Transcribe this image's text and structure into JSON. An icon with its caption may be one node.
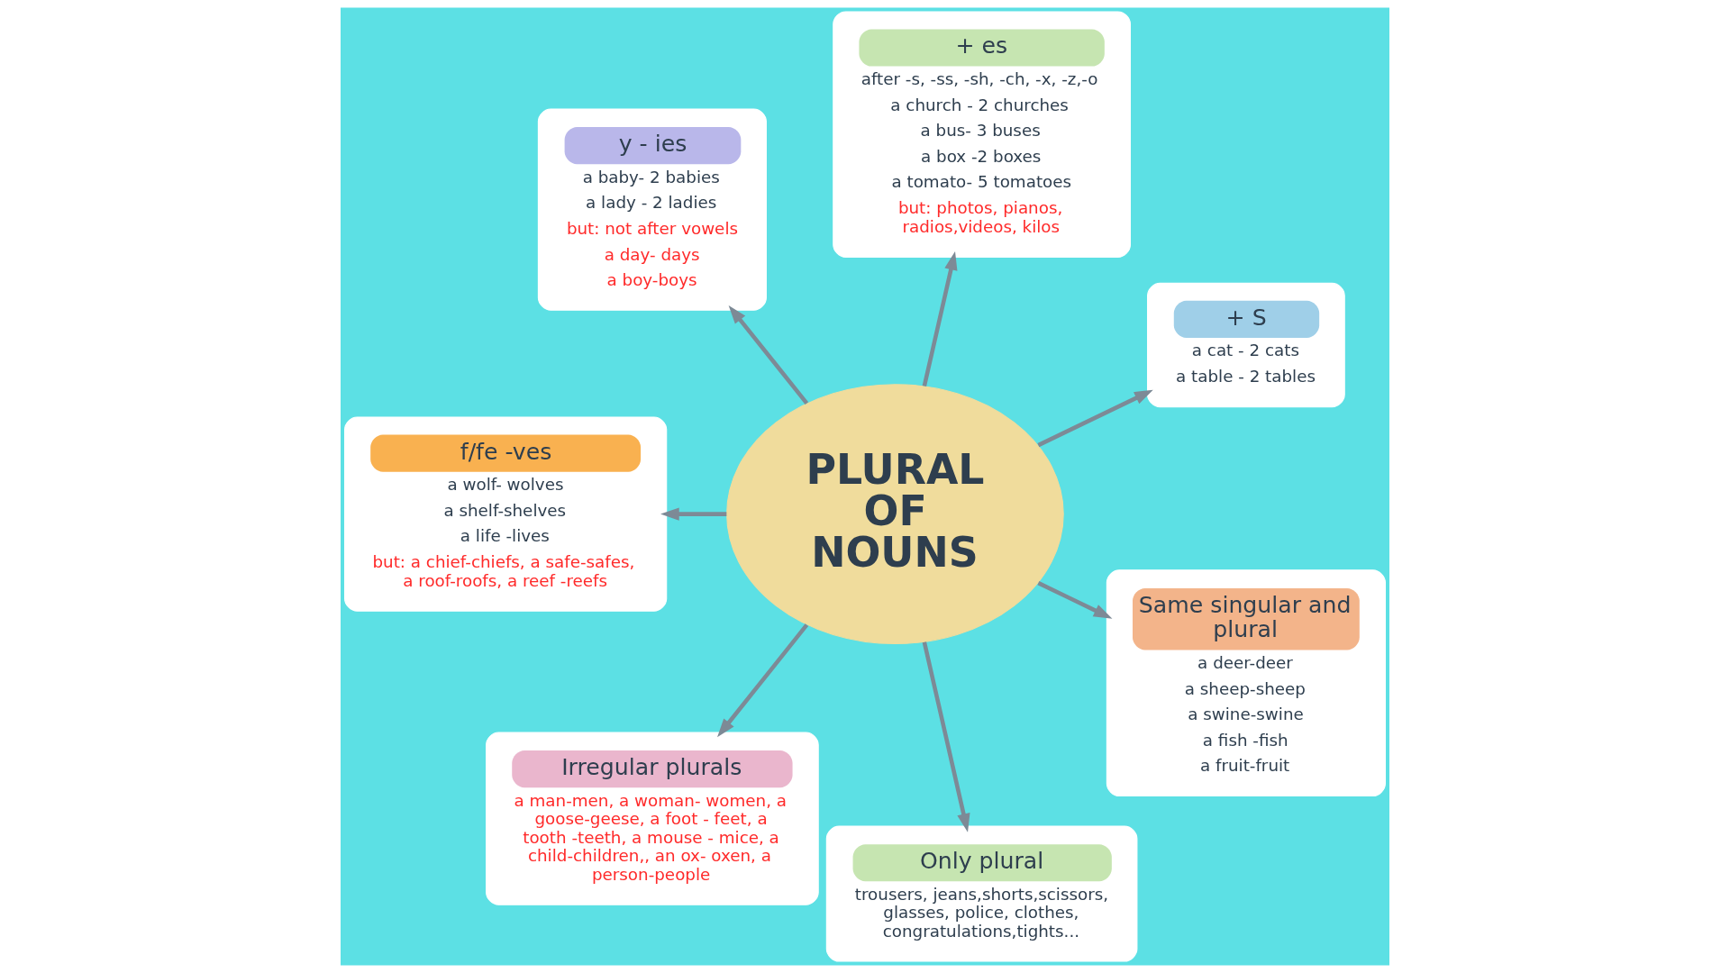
{
  "diagram": {
    "nodes": [
      {
        "text": [
          "+ S",
          "a cat - 2 cats",
          "a table - 2 tables"
        ]
      },
      {
        "text": [
          "+ es",
          "after -s, -ss, -sh, -ch, -x, -z,-o",
          "a church - 2 churches",
          "a bus- 3 buses",
          "a box -2 boxes",
          "a tomato- 5 tomatoes",
          "but: photos, pianos, radios,videos, kilos"
        ]
      },
      {
        "text": [
          "y - ies",
          "a baby- 2 babies",
          "a lady - 2 ladies",
          "but: not after vowels",
          "a day- days",
          "a boy-boys"
        ]
      },
      {
        "text": [
          "f/fe -ves",
          "a wolf- wolves",
          "a shelf-shelves",
          "a life -lives",
          "but: a chief-chiefs, a safe-safes, a roof-roofs, a reef -reefs"
        ]
      },
      {
        "text": [
          "PLURAL OF NOUNS"
        ]
      },
      {
        "text": [
          "Irregular plurals",
          "a man-men, a woman- women, a goose-geese, a foot - feet, a tooth -teeth, a mouse - mice, a child-children,, an ox- oxen, a person-people"
        ]
      },
      {
        "text": [
          "Only plural",
          "trousers, jeans,shorts,scissors, glasses, police, clothes, congratulations,tights..."
        ]
      },
      {
        "text": [
          "Same singular and plural",
          "a deer-deer",
          "a sheep-sheep",
          "a swine-swine",
          "a fish -fish",
          "a fruit-fruit"
        ]
      }
    ],
    "edges": [
      {
        "from": 4,
        "to": 0,
        "arrow": "to"
      },
      {
        "from": 4,
        "to": 1,
        "arrow": "to"
      },
      {
        "from": 4,
        "to": 2,
        "arrow": "to"
      },
      {
        "from": 4,
        "to": 5,
        "arrow": "to"
      },
      {
        "from": 4,
        "to": 7,
        "arrow": "to"
      },
      {
        "from": 4,
        "to": 6,
        "arrow": "to"
      },
      {
        "from": 4,
        "to": 3,
        "arrow": "to"
      }
    ]
  }
}
